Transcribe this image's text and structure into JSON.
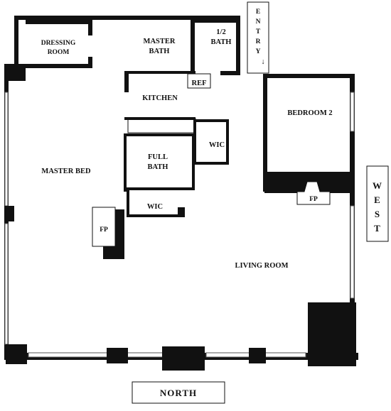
{
  "rooms": {
    "dressing_room": [
      "DRESSING",
      "ROOM"
    ],
    "master_bath": [
      "MASTER",
      "BATH"
    ],
    "half_bath": [
      "1/2",
      "BATH"
    ],
    "kitchen": "KITCHEN",
    "refrigerator": "REF",
    "bedroom2": "BEDROOM 2",
    "wic_upper": "WIC",
    "full_bath": [
      "FULL",
      "BATH"
    ],
    "master_bed": "MASTER BED",
    "wic_lower": "WIC",
    "fireplace_west": "FP",
    "fireplace_bed2": "FP",
    "living_room": "LIVING ROOM"
  },
  "compass": {
    "entry": [
      "E",
      "N",
      "T",
      "R",
      "Y"
    ],
    "entry_arrow": "↓",
    "west": [
      "W",
      "E",
      "S",
      "T"
    ],
    "north": "NORTH"
  },
  "colors": {
    "wall": "#111111",
    "background": "#ffffff"
  }
}
